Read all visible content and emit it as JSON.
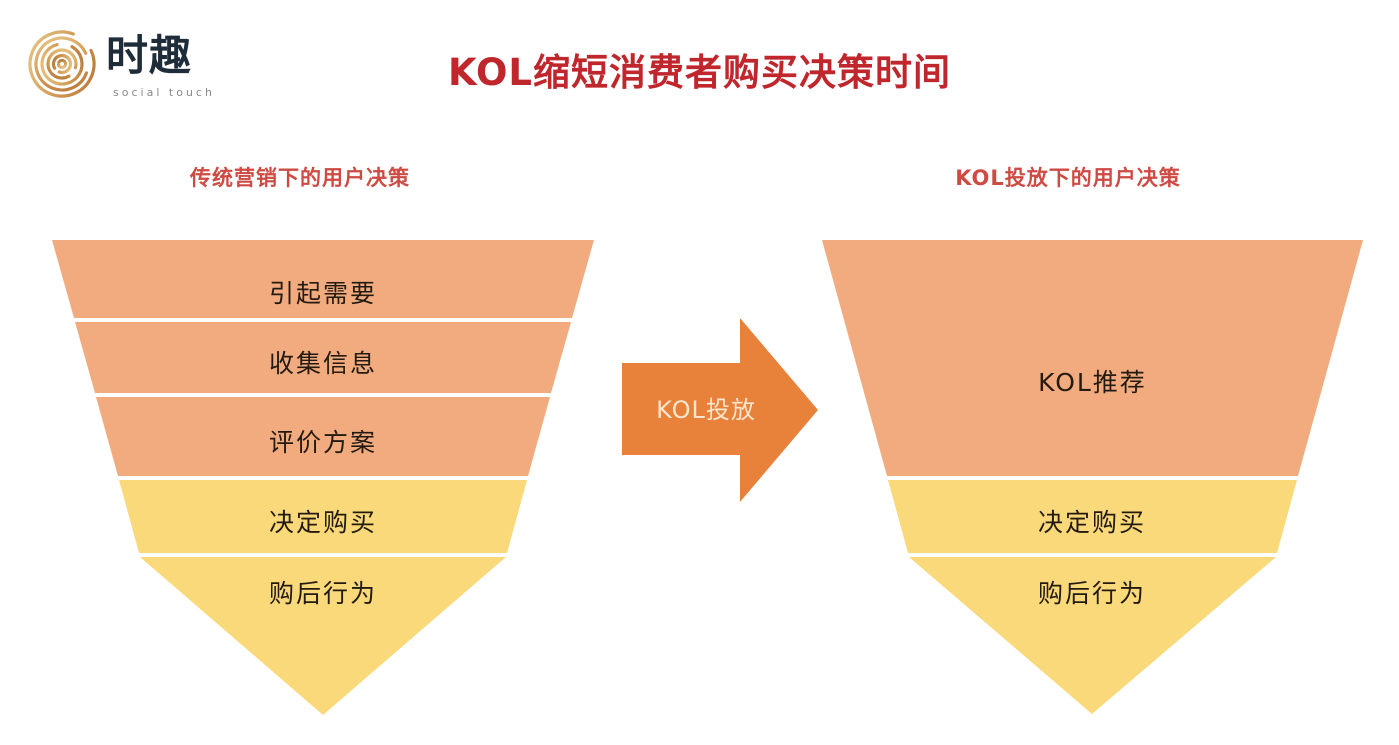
{
  "brand": {
    "mark_icon": "spiral-logo-icon",
    "wordmark": "时趣",
    "tagline": "social touch",
    "mark_color": "#c98a4b",
    "wordmark_color": "#1f2d3a"
  },
  "header": {
    "title": "KOL缩短消费者购买决策时间",
    "title_color": "#c0272d"
  },
  "columns": {
    "left_caption": "传统营销下的用户决策",
    "right_caption": "KOL投放下的用户决策",
    "caption_color": "#cf4a42"
  },
  "arrow": {
    "label": "KOL投放",
    "fill": "#e8813a",
    "label_color": "#fbe6cf",
    "icon": "right-arrow-icon"
  },
  "chart_data": {
    "type": "funnel",
    "title": "KOL缩短消费者购买决策时间",
    "colors": {
      "orange_stage": "#f2ab7e",
      "yellow_stage": "#fad97a",
      "divider": "#fdf6ec",
      "background": "#ffffff"
    },
    "funnels": [
      {
        "name": "traditional",
        "caption": "传统营销下的用户决策",
        "stages": [
          {
            "label": "引起需要",
            "color": "#f2ab7e",
            "group": "awareness"
          },
          {
            "label": "收集信息",
            "color": "#f2ab7e",
            "group": "awareness"
          },
          {
            "label": "评价方案",
            "color": "#f2ab7e",
            "group": "awareness"
          },
          {
            "label": "决定购买",
            "color": "#fad97a",
            "group": "purchase"
          },
          {
            "label": "购后行为",
            "color": "#fad97a",
            "group": "purchase"
          }
        ]
      },
      {
        "name": "kol",
        "caption": "KOL投放下的用户决策",
        "stages": [
          {
            "label": "KOL推荐",
            "color": "#f2ab7e",
            "group": "awareness"
          },
          {
            "label": "决定购买",
            "color": "#fad97a",
            "group": "purchase"
          },
          {
            "label": "购后行为",
            "color": "#fad97a",
            "group": "purchase"
          }
        ]
      }
    ]
  }
}
